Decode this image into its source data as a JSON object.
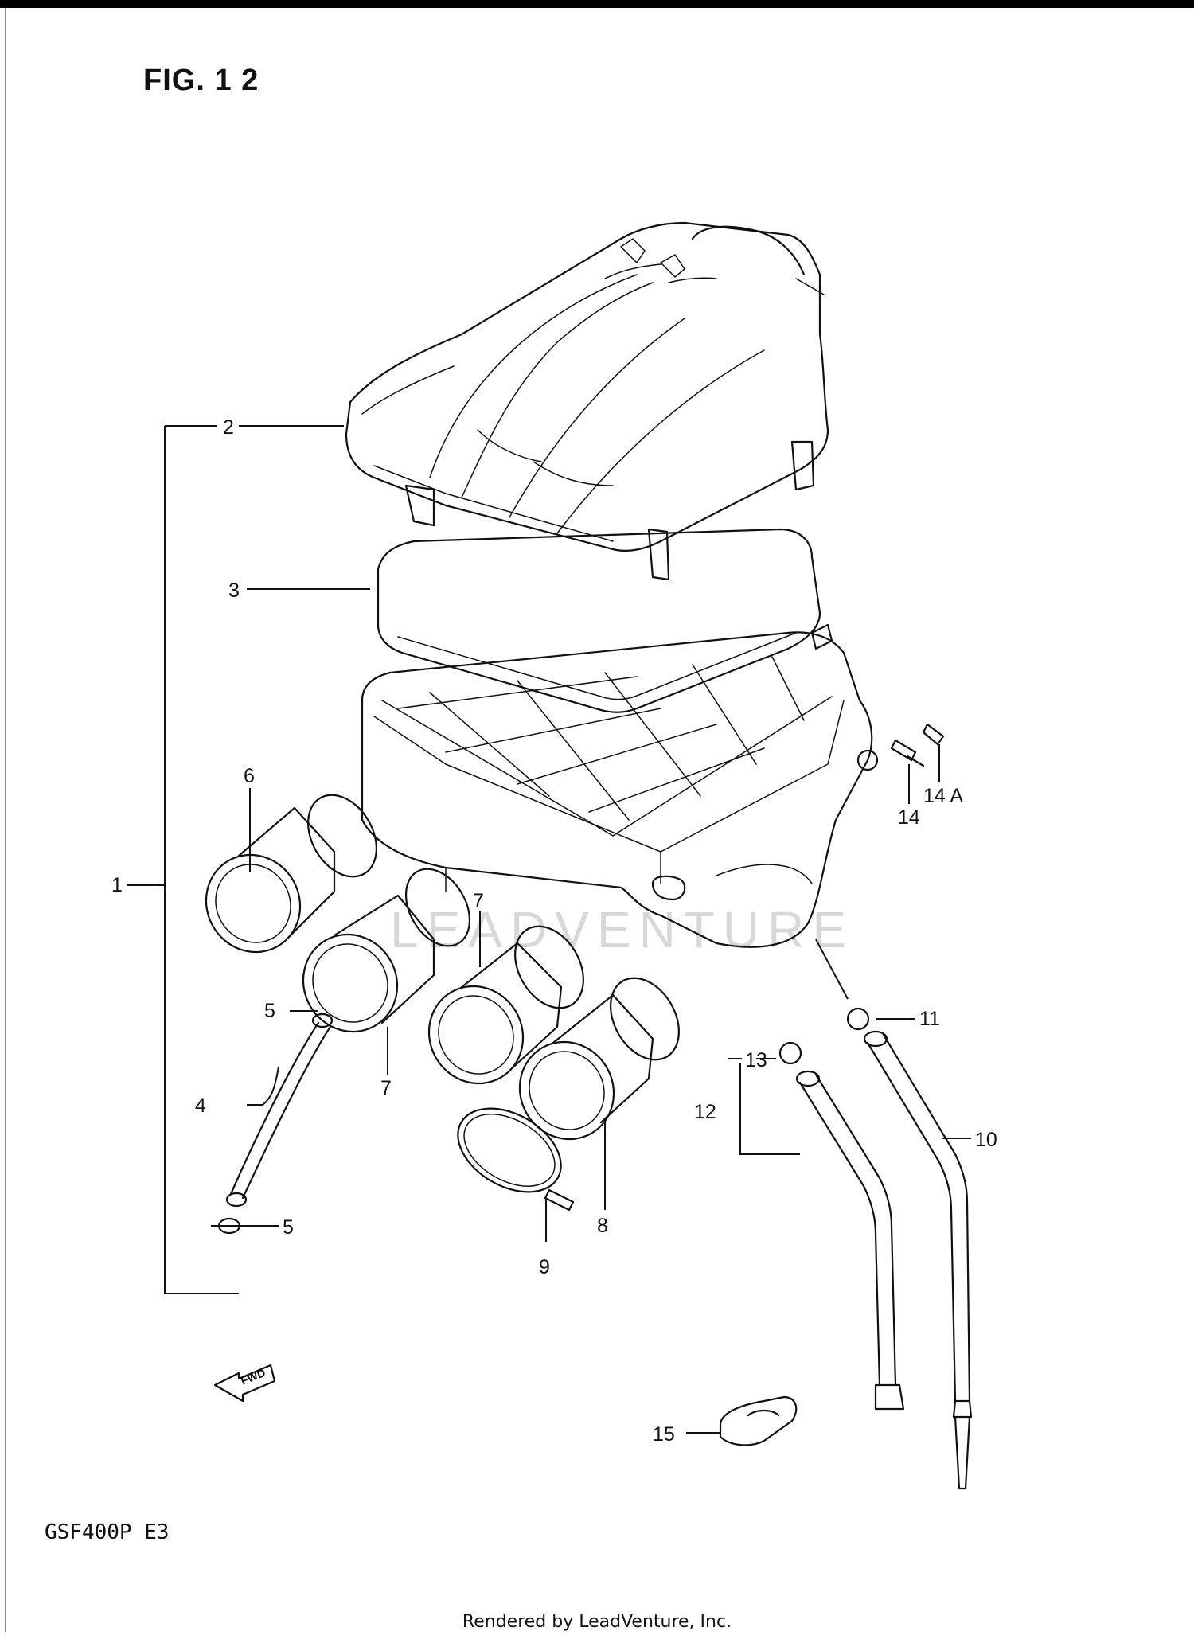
{
  "figure": {
    "title": "FIG. 1 2",
    "model_code": "GSF400P  E3",
    "footer": "Rendered by LeadVenture, Inc.",
    "watermark": "LEADVENTURE",
    "fwd_label": "FWD"
  },
  "callouts": [
    {
      "id": "1",
      "text": "1"
    },
    {
      "id": "2",
      "text": "2"
    },
    {
      "id": "3",
      "text": "3"
    },
    {
      "id": "4",
      "text": "4"
    },
    {
      "id": "5a",
      "text": "5"
    },
    {
      "id": "5b",
      "text": "5"
    },
    {
      "id": "6",
      "text": "6"
    },
    {
      "id": "7a",
      "text": "7"
    },
    {
      "id": "7b",
      "text": "7"
    },
    {
      "id": "8",
      "text": "8"
    },
    {
      "id": "9",
      "text": "9"
    },
    {
      "id": "10",
      "text": "10"
    },
    {
      "id": "11",
      "text": "11"
    },
    {
      "id": "12",
      "text": "12"
    },
    {
      "id": "13",
      "text": "13"
    },
    {
      "id": "14",
      "text": "14"
    },
    {
      "id": "14a",
      "text": "14 A"
    },
    {
      "id": "15",
      "text": "15"
    }
  ]
}
